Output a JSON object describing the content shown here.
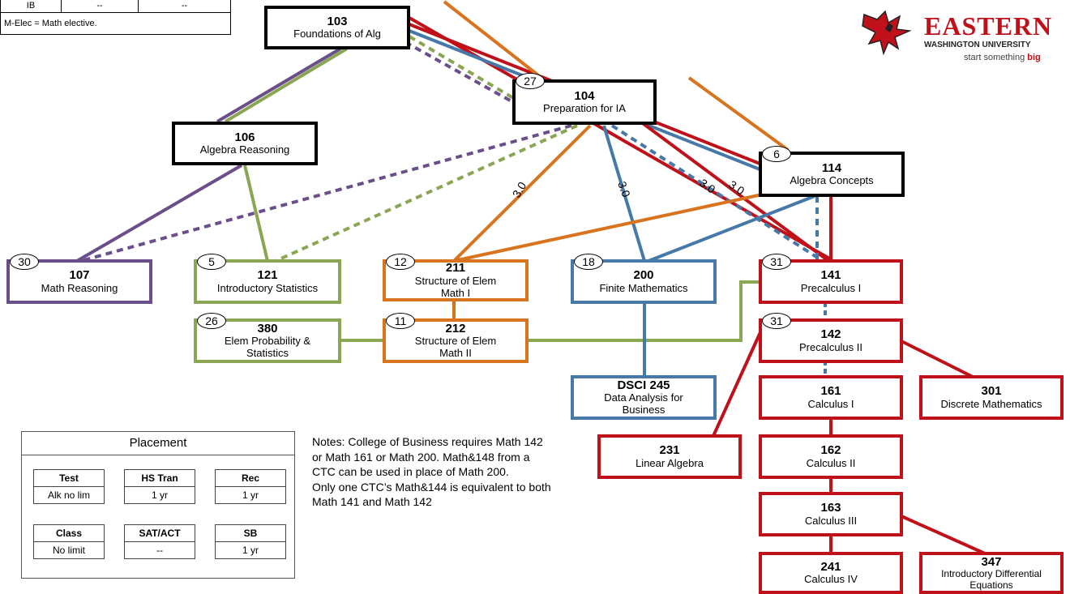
{
  "ib_table": {
    "row": [
      "IB",
      "--",
      "--"
    ],
    "footnote": "M-Elec = Math elective."
  },
  "courses": {
    "c103": {
      "num": "103",
      "name": "Foundations of Alg"
    },
    "c104": {
      "num": "104",
      "name": "Preparation for IA",
      "badge": "27"
    },
    "c106": {
      "num": "106",
      "name": "Algebra Reasoning"
    },
    "c114": {
      "num": "114",
      "name": "Algebra Concepts",
      "badge": "6"
    },
    "c107": {
      "num": "107",
      "name": "Math Reasoning",
      "badge": "30"
    },
    "c121": {
      "num": "121",
      "name": "Introductory Statistics",
      "badge": "5"
    },
    "c211": {
      "num": "211",
      "name": "Structure of Elem Math I",
      "badge": "12"
    },
    "c200": {
      "num": "200",
      "name": "Finite Mathematics",
      "badge": "18"
    },
    "c141": {
      "num": "141",
      "name": "Precalculus I",
      "badge": "31"
    },
    "c380": {
      "num": "380",
      "name": "Elem Probability & Statistics",
      "badge": "26"
    },
    "c212": {
      "num": "212",
      "name": "Structure of Elem Math II",
      "badge": "11"
    },
    "c142": {
      "num": "142",
      "name": "Precalculus II",
      "badge": "31"
    },
    "c245": {
      "num": "DSCI 245",
      "name": "Data Analysis for Business"
    },
    "c161": {
      "num": "161",
      "name": "Calculus I"
    },
    "c301": {
      "num": "301",
      "name": "Discrete Mathematics"
    },
    "c231": {
      "num": "231",
      "name": "Linear Algebra"
    },
    "c162": {
      "num": "162",
      "name": "Calculus II"
    },
    "c163": {
      "num": "163",
      "name": "Calculus III"
    },
    "c241": {
      "num": "241",
      "name": "Calculus IV"
    },
    "c347": {
      "num": "347",
      "name": "Introductory Differential Equations"
    }
  },
  "edge_labels": [
    "3.0",
    "3.0",
    "3.0",
    "3.0"
  ],
  "placement": {
    "title": "Placement",
    "test": {
      "h": "Test",
      "v": "Alk no lim"
    },
    "hstran": {
      "h": "HS Tran",
      "v": "1 yr"
    },
    "rec": {
      "h": "Rec",
      "v": "1 yr"
    },
    "class": {
      "h": "Class",
      "v": "No limit"
    },
    "satact": {
      "h": "SAT/ACT",
      "v": "--"
    },
    "sb": {
      "h": "SB",
      "v": "1 yr"
    }
  },
  "notes": {
    "p1": "Notes: College of Business requires Math 142 or Math 161 or Math 200.  Math&148 from a CTC can be used in place of Math 200.",
    "p2": "Only one CTC’s Math&144 is equivalent to both Math 141 and Math 142"
  },
  "logo": {
    "word": "EASTERN",
    "sub": "WASHINGTON UNIVERSITY",
    "tag_prefix": "start something ",
    "tag_bold": "big"
  },
  "colors": {
    "purple": "#6b4f8a",
    "green": "#8aa653",
    "orange": "#d8731e",
    "blue": "#4679a8",
    "red": "#c0111a"
  }
}
